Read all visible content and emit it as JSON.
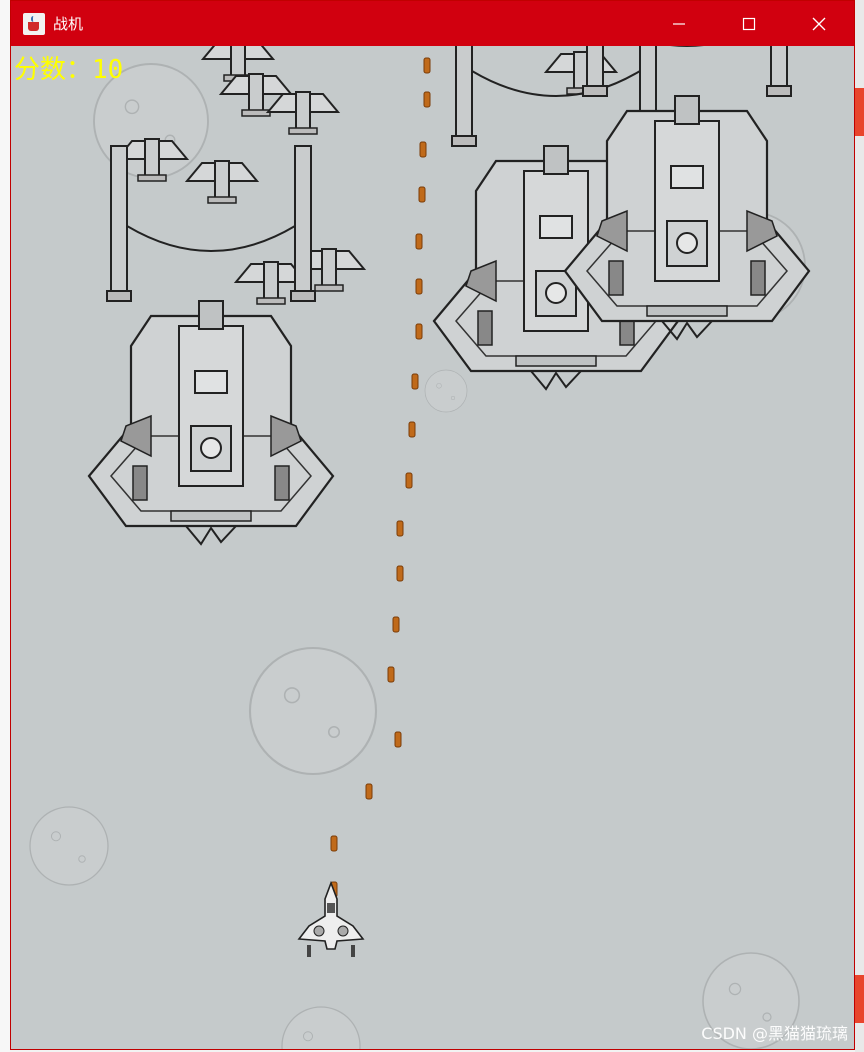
{
  "window": {
    "title": "战机"
  },
  "hud": {
    "score_label": "分数：",
    "score_value": "10"
  },
  "watermark": "CSDN @黑猫猫琉璃",
  "icons": {
    "app": "java-app-icon",
    "minimize": "minimize-icon",
    "maximize": "maximize-icon",
    "close": "close-icon"
  },
  "colors": {
    "titlebar": "#d1000f",
    "background": "#c5cacb",
    "score": "#ffff00",
    "bullet": "#c06a1a"
  }
}
